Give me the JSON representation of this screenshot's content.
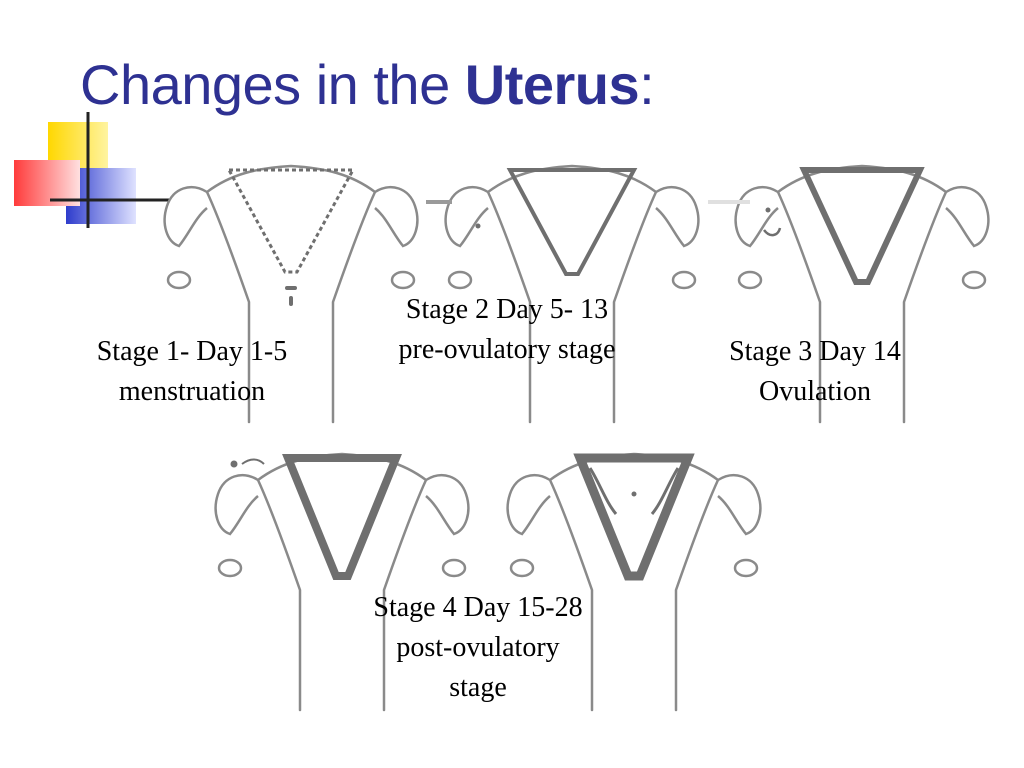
{
  "title": {
    "main": "Changes in the ",
    "bold": "Uterus",
    "colon": ":"
  },
  "colors": {
    "title": "#2e3192",
    "sketch": "#8a8a8a",
    "lining": "#6f6f6f",
    "deco_yellow": "#ffd700",
    "deco_blue": "#2e3ccc",
    "deco_red": "#ff3b3b"
  },
  "stages": [
    {
      "line1": "Stage 1- Day 1-5",
      "line2": "menstruation"
    },
    {
      "line1": "Stage 2 Day 5- 13",
      "line2": "pre-ovulatory stage"
    },
    {
      "line1": "Stage 3 Day 14",
      "line2": "Ovulation"
    },
    {
      "line1": "Stage 4 Day 15-28",
      "line2": "post-ovulatory",
      "line3": "stage"
    }
  ]
}
